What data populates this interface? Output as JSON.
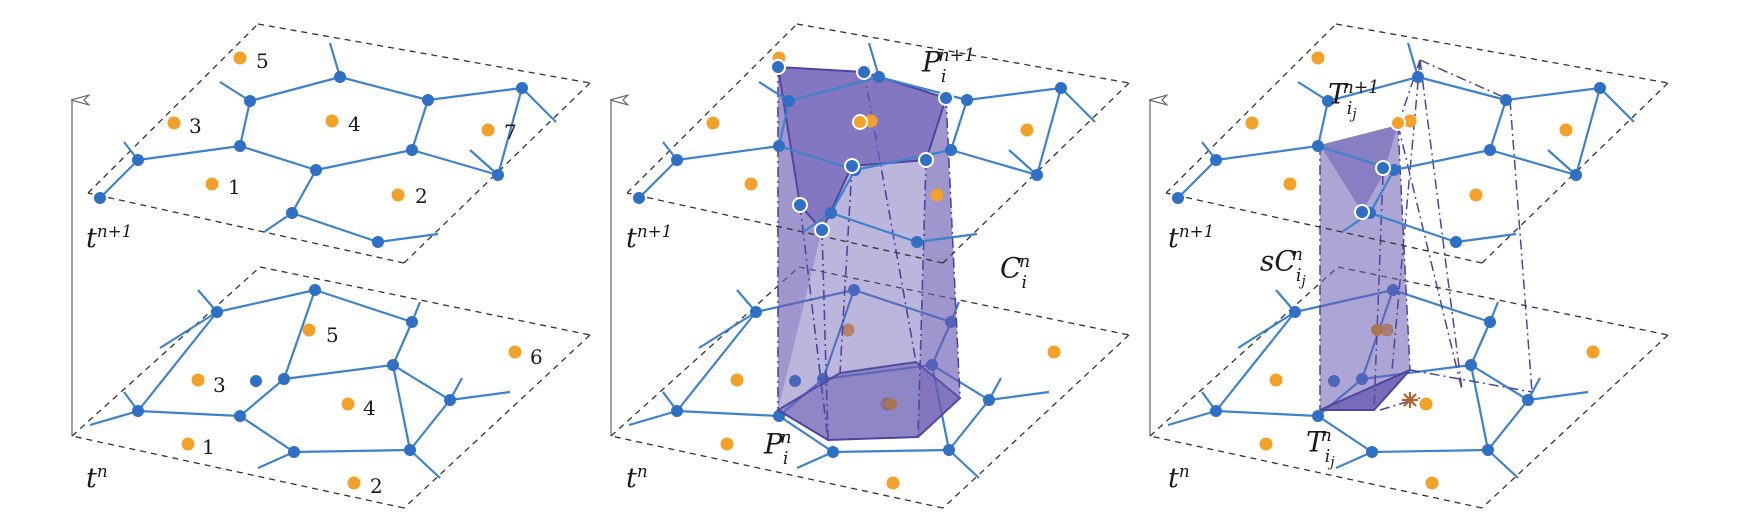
{
  "colors": {
    "mesh_edge": "#3e82cc",
    "vertex": "#2f6fc4",
    "site": "#f2a22b",
    "site_shadow": "#a7774e",
    "cell_fill": "#6a5db3",
    "cell_edge": "#4f44a0",
    "plane_dash": "#333333",
    "axis": "#666666",
    "text": "#1a1a1a"
  },
  "panels": [
    {
      "id": "space-time-slabs",
      "time_top": {
        "t": "t",
        "sup": "n+1"
      },
      "time_bottom": {
        "t": "t",
        "sup": "n"
      },
      "top_sites": [
        "5",
        "3",
        "4",
        "7",
        "1",
        "2"
      ],
      "bottom_sites": [
        "5",
        "6",
        "3",
        "4",
        "1",
        "2"
      ]
    },
    {
      "id": "space-time-cell",
      "time_top": {
        "t": "t",
        "sup": "n+1"
      },
      "time_bottom": {
        "t": "t",
        "sup": "n"
      },
      "polygon_top": {
        "base": "P",
        "sub": "i",
        "sup": "n+1"
      },
      "polygon_bottom": {
        "base": "P",
        "sub": "i",
        "sup": "n"
      },
      "cell": {
        "base": "C",
        "sub": "i",
        "sup": "n"
      }
    },
    {
      "id": "space-time-subcell",
      "time_top": {
        "t": "t",
        "sup": "n+1"
      },
      "time_bottom": {
        "t": "t",
        "sup": "n"
      },
      "triangle_top": {
        "base": "T",
        "sub": "i",
        "subsub": "j",
        "sup": "n+1"
      },
      "triangle_bottom": {
        "base": "T",
        "sub": "i",
        "subsub": "j",
        "sup": "n"
      },
      "subcell": {
        "prefix": "s",
        "base": "C",
        "sub": "i",
        "subsub": "j",
        "sup": "n"
      }
    }
  ]
}
